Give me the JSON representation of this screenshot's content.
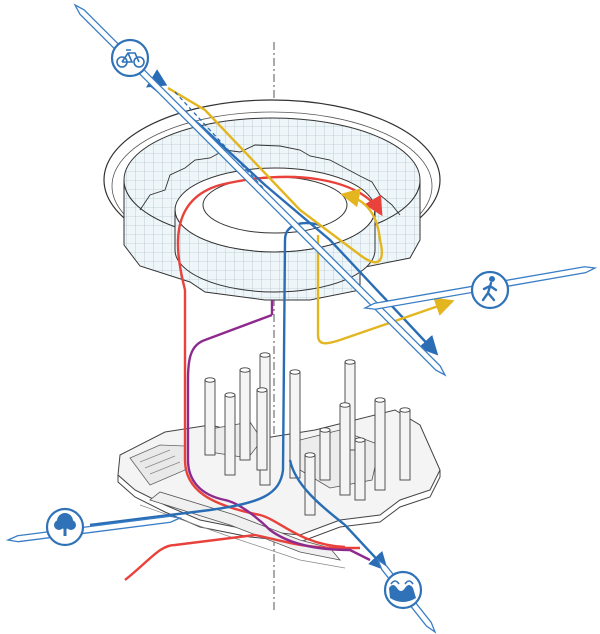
{
  "diagram": {
    "icons": [
      {
        "name": "bicycle-icon",
        "meaning": "bicycle"
      },
      {
        "name": "pedestrian-icon",
        "meaning": "walking"
      },
      {
        "name": "tree-icon",
        "meaning": "park"
      },
      {
        "name": "water-icon",
        "meaning": "water"
      }
    ],
    "route_colors": {
      "red": "#e8423b",
      "yellow": "#e3b51f",
      "blue": "#2a6db5",
      "purple": "#8e2a8e",
      "icon_blue": "#2f72b8",
      "axis_blue": "#3a7ec6"
    }
  }
}
